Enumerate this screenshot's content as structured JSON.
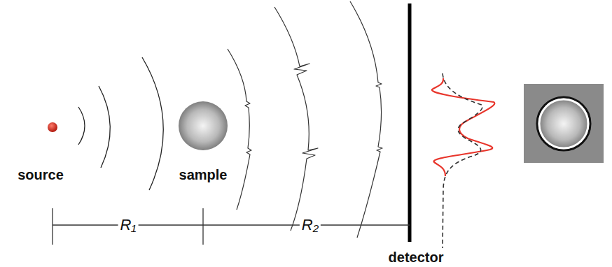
{
  "diagram": {
    "labels": [
      "source",
      "sample",
      "R₁",
      "R₂",
      "detector"
    ]
  }
}
